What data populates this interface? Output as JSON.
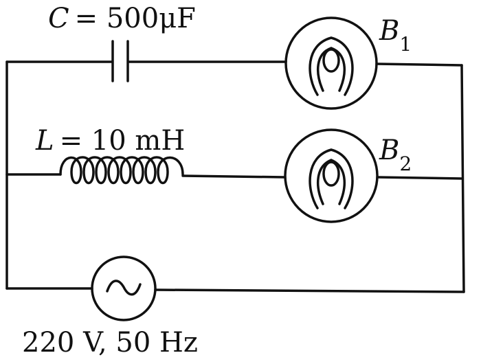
{
  "capacitor": {
    "symbol": "C",
    "value": "= 500μF"
  },
  "inductor": {
    "symbol": "L",
    "value": "= 10 mH"
  },
  "bulb1": {
    "letter": "B",
    "sub": "1"
  },
  "bulb2": {
    "letter": "B",
    "sub": "2"
  },
  "source": {
    "label": "220 V, 50 Hz"
  },
  "colors": {
    "ink": "#111111",
    "background": "#ffffff"
  }
}
